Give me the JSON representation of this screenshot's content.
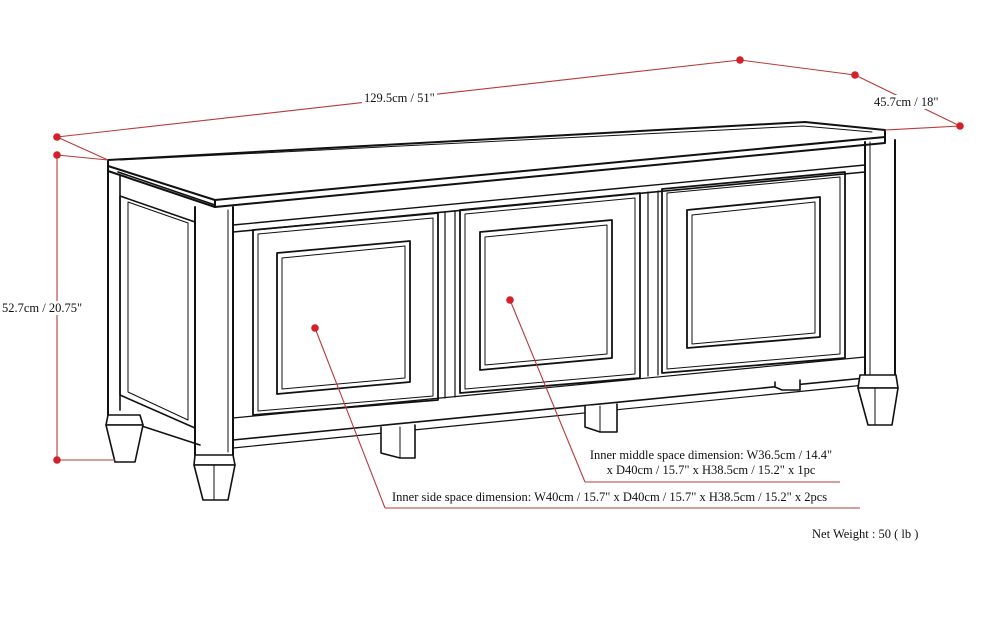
{
  "diagram": {
    "type": "product-dimension-drawing",
    "subject": "storage bench with three lift-up panel compartments",
    "colors": {
      "line": "#111111",
      "dimension": "#b83a3a",
      "dot": "#d4202a",
      "background": "#ffffff"
    },
    "dimensions": {
      "width": {
        "label": "129.5cm / 51\""
      },
      "depth": {
        "label": "45.7cm / 18\""
      },
      "height": {
        "label": "52.7cm / 20.75\""
      }
    },
    "callouts": {
      "inner_middle": {
        "line1": "Inner middle space dimension: W36.5cm / 14.4\"",
        "line2": "x D40cm / 15.7\" x H38.5cm / 15.2\" x 1pc"
      },
      "inner_side": {
        "text": "Inner side space dimension: W40cm / 15.7\" x D40cm / 15.7\" x H38.5cm / 15.2\" x 2pcs"
      }
    },
    "net_weight": "Net Weight : 50 ( lb )"
  }
}
